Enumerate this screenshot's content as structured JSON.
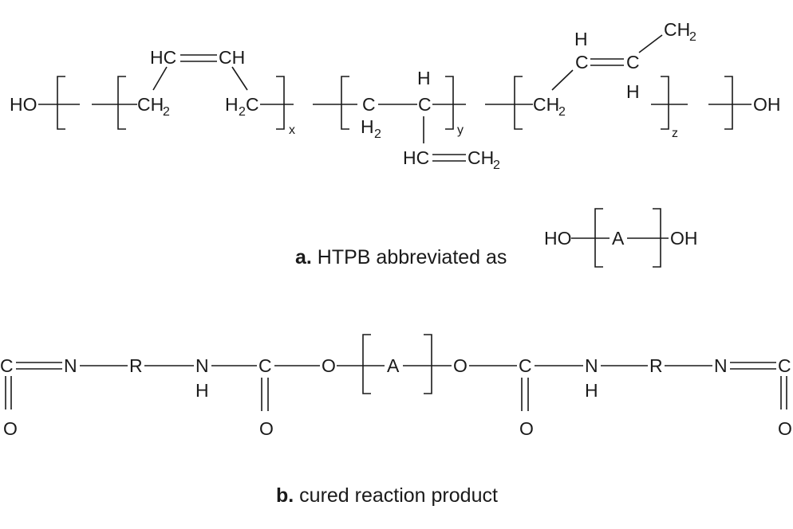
{
  "htpb": {
    "terminal_ho": "HO",
    "terminal_oh": "OH",
    "unit_x": {
      "vinyl_left": "HC",
      "vinyl_right": "CH",
      "ch2_left": "CH",
      "ch2_right": "H",
      "ch2_right_c": "C",
      "two": "2",
      "repeat": "x"
    },
    "unit_y": {
      "c1": "C",
      "h2": "H",
      "two": "2",
      "c2": "C",
      "h": "H",
      "hc": "HC",
      "ch2": "CH",
      "two_b": "2",
      "repeat": "y"
    },
    "unit_z": {
      "ch2": "CH",
      "two": "2",
      "c1": "C",
      "c2": "C",
      "h1": "H",
      "h2": "H",
      "ch2_top": "CH",
      "two_top": "2",
      "repeat": "z"
    }
  },
  "abbrev": {
    "caption_label": "a.",
    "caption_text": " HTPB abbreviated as",
    "ho": "HO",
    "a": "A",
    "oh": "OH"
  },
  "cured": {
    "c_left": "C",
    "o_left": "O",
    "n1": "N",
    "r1": "R",
    "n2": "N",
    "h2": "H",
    "c2": "C",
    "o2": "O",
    "o3": "O",
    "a": "A",
    "o4": "O",
    "c3": "C",
    "o5": "O",
    "n3": "N",
    "h3": "H",
    "r2": "R",
    "n4": "N",
    "c_right": "C",
    "o_right": "O",
    "caption_label": "b.",
    "caption_text": " cured reaction product"
  }
}
